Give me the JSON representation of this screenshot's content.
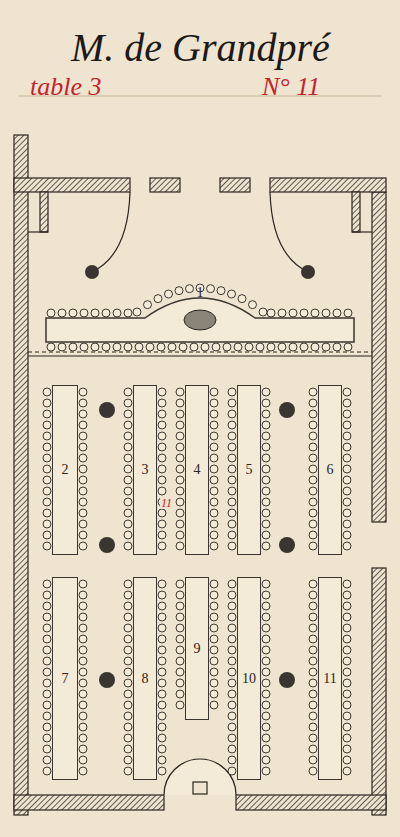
{
  "diagram": {
    "title": "M. de Grandpré",
    "nodes": [
      {
        "text": [
          "1"
        ]
      },
      {
        "text": [
          "2"
        ]
      },
      {
        "text": [
          "3"
        ]
      },
      {
        "text": [
          "4"
        ]
      },
      {
        "text": [
          "5"
        ]
      },
      {
        "text": [
          "6"
        ]
      },
      {
        "text": [
          "7"
        ]
      },
      {
        "text": [
          "8"
        ]
      },
      {
        "text": [
          "9"
        ]
      },
      {
        "text": [
          "10"
        ]
      },
      {
        "text": [
          "11"
        ]
      }
    ],
    "labels": [
      "table 3",
      "N° 11",
      "11"
    ]
  }
}
